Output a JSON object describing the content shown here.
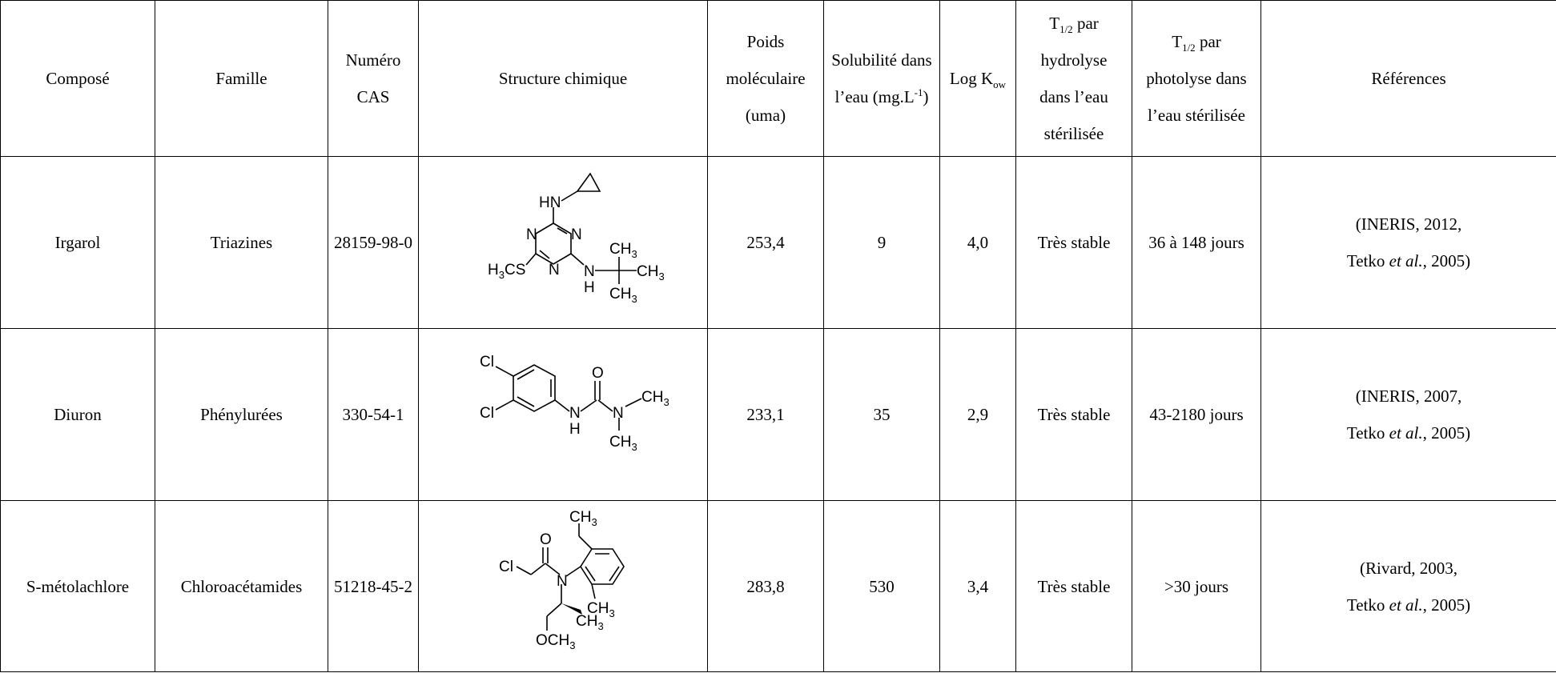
{
  "headers": {
    "compose": "Composé",
    "famille": "Famille",
    "cas": [
      "Numéro",
      "CAS"
    ],
    "structure": "Structure chimique",
    "poids": [
      "Poids",
      "moléculaire",
      "(uma)"
    ],
    "solubilite": [
      "Solubilité dans",
      "l’eau (mg.L",
      "-1",
      ")"
    ],
    "logkow": [
      "Log K",
      "ow"
    ],
    "hydrolyse": [
      "T",
      "1/2",
      " par",
      "hydrolyse",
      "dans l’eau",
      "stérilisée"
    ],
    "photolyse": [
      "T",
      "1/2",
      " par",
      "photolyse dans",
      "l’eau stérilisée"
    ],
    "references": "Références"
  },
  "rows": [
    {
      "compose": "Irgarol",
      "famille": "Triazines",
      "cas": "28159-98-0",
      "poids": "253,4",
      "solubilite": "9",
      "logkow": "4,0",
      "hydrolyse": "Très stable",
      "photolyse": "36 à 148 jours",
      "ref_line1": "(INERIS, 2012,",
      "ref_author": "Tetko ",
      "ref_etal": "et al.",
      "ref_year": ", 2005)",
      "structure_labels": {
        "hn": "HN",
        "n1": "N",
        "n2": "N",
        "n3": "N",
        "h3cs": "H",
        "h3cs_sub": "3",
        "h3cs_tail": "CS",
        "nh_n": "N",
        "nh_h": "H",
        "ch3_top": "CH",
        "ch3_right": "CH",
        "ch3_bottom": "CH",
        "three": "3"
      }
    },
    {
      "compose": "Diuron",
      "famille": "Phénylurées",
      "cas": "330-54-1",
      "poids": "233,1",
      "solubilite": "35",
      "logkow": "2,9",
      "hydrolyse": "Très stable",
      "photolyse": "43-2180 jours",
      "ref_line1": "(INERIS, 2007,",
      "ref_author": "Tetko ",
      "ref_etal": "et al.",
      "ref_year": ", 2005)",
      "structure_labels": {
        "cl1": "Cl",
        "cl2": "Cl",
        "o": "O",
        "n_h": "N",
        "h": "H",
        "n": "N",
        "ch3_right": "CH",
        "ch3_bottom": "CH",
        "three": "3"
      }
    },
    {
      "compose": "S-métolachlore",
      "famille": "Chloroacétamides",
      "cas": "51218-45-2",
      "poids": "283,8",
      "solubilite": "530",
      "logkow": "3,4",
      "hydrolyse": "Très stable",
      "photolyse": ">30 jours",
      "ref_line1": "(Rivard, 2003,",
      "ref_author": "Tetko ",
      "ref_etal": "et al.",
      "ref_year": ", 2005)",
      "structure_labels": {
        "ch3_top": "CH",
        "cl": "Cl",
        "o": "O",
        "n": "N",
        "ch3_ring": "CH",
        "ch3_wedge": "CH",
        "och3": "OCH",
        "three": "3"
      }
    }
  ]
}
